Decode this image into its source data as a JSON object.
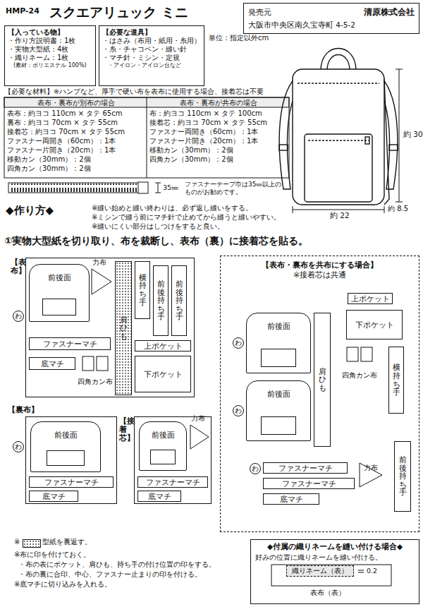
{
  "diagram": {
    "title": "スクエアリュック ミニ",
    "nodes": [
      {
        "text": [
          "発売元",
          "清原株式会社",
          "大阪市中央区南久宝寺町 4-5-2"
        ]
      },
      {
        "text": [
          "【入っている物】",
          "・作り方説明書：1枚",
          "・実物大型紙：4枚",
          "・織りネーム：1枚",
          "(素材：ポリエステル 100%)"
        ]
      },
      {
        "text": [
          "【必要な道具】",
          "・はさみ（布用・紙用・糸用）",
          "・糸・チャコペン・縫い針",
          "・マチ針・ミシン・定規",
          "・アイロン・アイロン台など"
        ]
      },
      {
        "text": [
          "単位：指定以外cm"
        ]
      },
      {
        "text": [
          "【表布】"
        ]
      },
      {
        "text": [
          "前後面"
        ],
        "in": 4
      },
      {
        "text": [
          "力布"
        ],
        "in": 4
      },
      {
        "text": [
          "肩ひも"
        ],
        "in": 4
      },
      {
        "text": [
          "横持ち手"
        ],
        "in": 4
      },
      {
        "text": [
          "前後持ち手"
        ],
        "in": 4
      },
      {
        "text": [
          "前後持ち手"
        ],
        "in": 4
      },
      {
        "text": [
          "ファスナーマチ"
        ],
        "in": 4
      },
      {
        "text": [
          "上ポケット"
        ],
        "in": 4
      },
      {
        "text": [
          "底マチ"
        ],
        "in": 4
      },
      {
        "text": [
          "四角カン布"
        ],
        "in": 4
      },
      {
        "text": [
          "下ポケット"
        ],
        "in": 4
      },
      {
        "text": [
          "【裏布】"
        ]
      },
      {
        "text": [
          "前後面"
        ],
        "in": 16
      },
      {
        "text": [
          "ファスナーマチ"
        ],
        "in": 16
      },
      {
        "text": [
          "底マチ"
        ],
        "in": 16
      },
      {
        "text": [
          "【接着芯】"
        ]
      },
      {
        "text": [
          "前後面"
        ],
        "in": 20
      },
      {
        "text": [
          "力布"
        ],
        "in": 20
      },
      {
        "text": [
          "ファスナーマチ"
        ],
        "in": 20
      },
      {
        "text": [
          "底マチ"
        ],
        "in": 20
      },
      {
        "text": [
          "【表布・裏布を共布にする場合】",
          "※接着芯は共通"
        ]
      },
      {
        "text": [
          "前後面"
        ],
        "in": 25
      },
      {
        "text": [
          "前後面"
        ],
        "in": 25
      },
      {
        "text": [
          "肩ひも"
        ],
        "in": 25
      },
      {
        "text": [
          "上ポケット"
        ],
        "in": 25
      },
      {
        "text": [
          "下ポケット"
        ],
        "in": 25
      },
      {
        "text": [
          "四角カン布"
        ],
        "in": 25
      },
      {
        "text": [
          "横持ち手"
        ],
        "in": 25
      },
      {
        "text": [
          "ファスナーマチ"
        ],
        "in": 25
      },
      {
        "text": [
          "ファスナーマチ"
        ],
        "in": 25
      },
      {
        "text": [
          "力布"
        ],
        "in": 25
      },
      {
        "text": [
          "前後持ち手"
        ],
        "in": 25
      },
      {
        "text": [
          "底マチ"
        ],
        "in": 25
      },
      {
        "text": [
          "◆付属の織りネームを縫い付ける場合◆",
          "好みの位置に織りネームを縫い付ける。"
        ]
      },
      {
        "text": [
          "織りネーム（表）"
        ],
        "in": 38
      }
    ],
    "labels": [
      "HMP-24",
      "【必要な材料】※ハンプなど、厚手で硬い布を表布に使用する場合、接着芯は不要",
      "表布・裏布が別布の場合",
      "表布：約ヨコ 110cm × タテ 65cm",
      "裏布：約ヨコ 70cm × タテ 55cm",
      "接着芯：約ヨコ 70cm × タテ 55cm",
      "ファスナー両開き（60cm）：1本",
      "ファスナー片開き（20cm）：1本",
      "移動カン（30mm）：2個",
      "四角カン（30mm）：2個",
      "表布・裏布が共布の場合",
      "布：約ヨコ 110cm × タテ 100cm",
      "接着芯：約ヨコ 70cm × タテ 55cm",
      "ファスナー両開き（60cm）：1本",
      "ファスナー片開き（20cm）：1本",
      "移動カン（30mm）：2個",
      "四角カン（30mm）：2個",
      "35㎜",
      "ファスナーテープ巾は35㎜以上のものがお勧めです。",
      "約 30",
      "約 22",
      "約 8.5",
      "◆作り方◆",
      "※縫い始めと縫い終わりは、必ず返し縫いをする。",
      "※ミシンで縫う前にマチ針で止めてから縫うと縫いやすい。",
      "※縫いにくい部分はしつけをすると良い。",
      "①実物大型紙を切り取り、布を裁断し、表布（裏）に接着芯を貼る。",
      "わ",
      "わ",
      "わ",
      "わ",
      "わ",
      "※",
      "※布に印を付けておく。",
      "・布の表にポケット、肩ひも、持ち手の付け位置の印をする。",
      "・布の裏に合印、中心、ファスナー止まりの印を付ける。",
      "※底マチに切り込みを入れる。",
      "表布（表）",
      "0.2"
    ],
    "legend": [
      {
        "text": "型紙を裏返す。"
      }
    ]
  }
}
